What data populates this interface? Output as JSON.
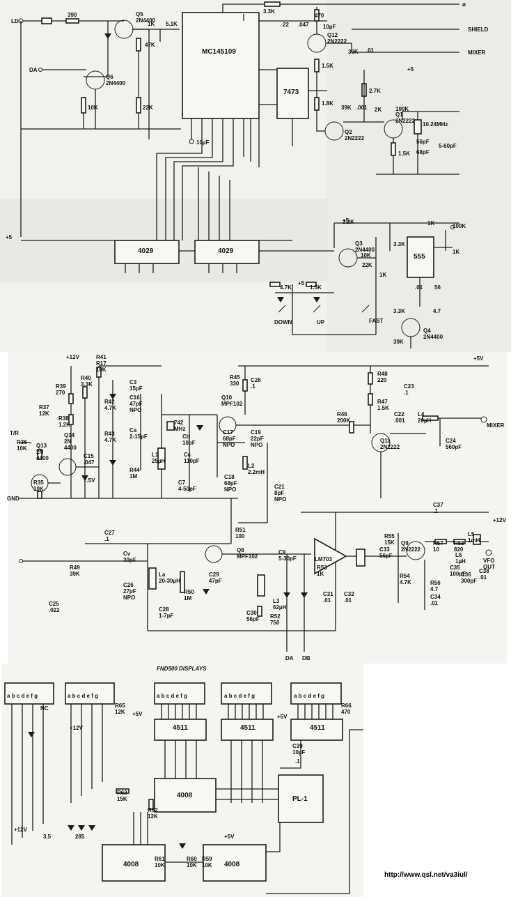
{
  "top": {
    "ics": [
      "MC145109",
      "7473",
      "4029",
      "4029",
      "555"
    ],
    "labels": {
      "ld": "LD",
      "da": "DA",
      "plus5": "+5",
      "shield": "SHIELD",
      "mixer": "MIXER",
      "down": "DOWN",
      "up": "UP",
      "fast": "FAST",
      "phi": "ø",
      "q5": "Q5\n2N4400",
      "q6": "Q6\n2N4400",
      "q12": "Q12\n2N2222",
      "q2": "Q2\n2N2222",
      "q1": "Q1\n2N2222",
      "q3": "Q3\n2N4400",
      "q4": "Q4\n2N4400",
      "r390": "390",
      "r1k": "1K",
      "r5_1k": "5.1K",
      "r47k": "47K",
      "r10k": "10K",
      "r22k": "22K",
      "r3_3k": "3.3K",
      "r470": "470",
      "c22": "22",
      "c047": ".047",
      "c10uf": "10µF",
      "r39k": "39K",
      "r1_5k": "1.5K",
      "r2_7k": "2.7K",
      "r1_8k": "1.8K",
      "c001": ".001",
      "r2k": "2K",
      "r100k": "100K",
      "xtal": "10.24MHz",
      "c56pf": "56pF",
      "c68pf": "68pF",
      "c5_60pf": "5-60pF",
      "r2_2k": "2.2K",
      "r4_7k": "4.7K",
      "c56": "56",
      "c4_7": "4.7",
      "c01": ".01"
    }
  },
  "mid": {
    "labels": {
      "plus12v": "+12V",
      "plus5v": "+5V",
      "tr": "T/R",
      "gnd": "GND",
      "mixer": "MIXER",
      "vfo_out": "VFO\nOUT",
      "da": "DA",
      "db": "DB",
      "lm703": "LM703",
      "r40": "R40\n3.3K",
      "r41": "R41\nR17\n10K",
      "r39": "R39\n270",
      "r37": "R37\n12K",
      "r38": "R38\n1.2K",
      "r36": "R36\n10K",
      "q13": "Q13\n2N\n4400",
      "q14": "Q14\n2N\n4400",
      "r35": "R35\n10K",
      "c3": "C3\n15pF",
      "c16": "C16\n47pF\nNPO",
      "r42": "R42\n4.7K",
      "r43": "R43\n4.7K",
      "ca": "Ca\n2-15pF",
      "c15": "C15\n.047",
      "z75": "7.5V",
      "r44": "R44\n1M",
      "l1": "L1\n25µH",
      "c742": "742\nMHz",
      "cb": "Cb\n10pF",
      "cc": "Cc\n110pF",
      "c7": "C7\n4-50pF",
      "r45": "R45\n330",
      "c26": "C26\n.1",
      "q10": "Q10\nMPF102",
      "c17": "C17\n68pF\nNPO",
      "c19": "C19\n22pF\nNPO",
      "c18": "C18\n68pF\nNPO",
      "l2": "L2\n2.2mH",
      "c21": "C21\n8pF\nNPO",
      "r48": "R48\n220",
      "c23": "C23\n.1",
      "r47": "R47\n1.5K",
      "r46": "R46\n200K",
      "c22": "C22\n.001",
      "l4": "L4\n20µH",
      "q11": "Q11\n2N2222",
      "c24": "C24\n560pF",
      "c37": "C37\n.1",
      "c27": "C27\n.1",
      "r51": "R51\n100",
      "cv": "Cv\n30pF",
      "q8": "Q8\nMPF102",
      "c9": "C9\n5-30pF",
      "r55": "R55\n15K",
      "q9": "Q9\n2N2222",
      "r57": "R57\n10",
      "r58": "R58\n820",
      "l5": "L5\n1mH",
      "r49": "R49\n39K",
      "la": "La\n20-30µH",
      "c29": "C29\n47pF",
      "l3": "L3\n62µH",
      "r53": "R53\n1K",
      "c33": "C33\n56pF",
      "l6": "L6\n1µH",
      "c35": "C35\n100pF",
      "c38": "C38\n.01",
      "c25": "C25\n.022",
      "c26b": "C26\n27pF\nNPO",
      "r50": "R50\n1M",
      "c28": "C28\n1-7pF",
      "c30": "C30\n56pF",
      "r52": "R52\n750",
      "c31": "C31\n.01",
      "c32": "C32\n.01",
      "r54": "R54\n4.7K",
      "r56": "R56\n4.7",
      "c34": "C34\n.01",
      "c36": "C36\n300pF"
    }
  },
  "bot": {
    "title": "FND500 DISPLAYS",
    "ics": [
      "4511",
      "4511",
      "4511",
      "4008",
      "PL-1",
      "4008",
      "4008"
    ],
    "labels": {
      "segs": "a b c d e f g",
      "nc": "NC",
      "plus12v": "+12V",
      "plus5v": "+5V",
      "r65a": "R65\n12K",
      "r66": "R66\n470",
      "r63": "R63\n15K",
      "r62": "R62\n12K",
      "c39": "C39\n10µF",
      "c40": ".1",
      "r61": "R61\n10K",
      "r60": "R60\n10K",
      "r59": "R59\n10K",
      "n35": "3.5",
      "n285": "285",
      "minus12v": "+12V"
    }
  },
  "footer": {
    "url": "http://www.qsl.net/va3iul/"
  }
}
